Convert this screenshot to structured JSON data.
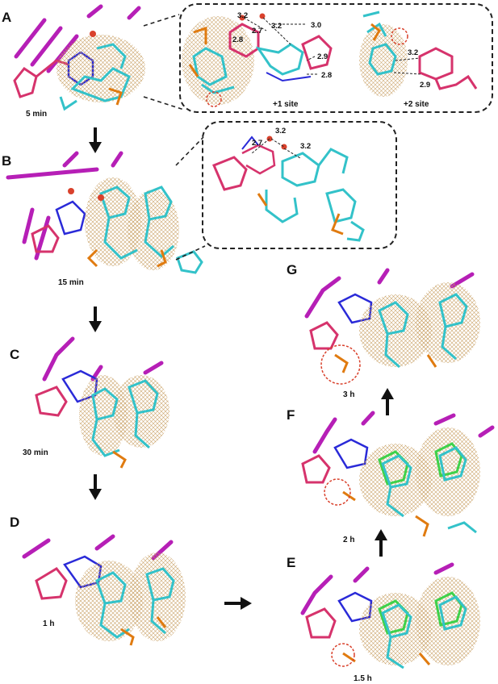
{
  "panels": {
    "A": {
      "label": "A",
      "time": "5 min"
    },
    "B": {
      "label": "B",
      "time": "15 min"
    },
    "C": {
      "label": "C",
      "time": "30 min"
    },
    "D": {
      "label": "D",
      "time": "1 h"
    },
    "E": {
      "label": "E",
      "time": "1.5 h"
    },
    "F": {
      "label": "F",
      "time": "2 h"
    },
    "G": {
      "label": "G",
      "time": "3 h"
    }
  },
  "callout_a": {
    "site1_label": "+1 site",
    "site2_label": "+2 site",
    "distances": [
      "3.2",
      "2.8",
      "2.7",
      "3.2",
      "3.0",
      "2.9",
      "2.8",
      "3.2",
      "2.9"
    ]
  },
  "callout_b": {
    "distances": [
      "3.2",
      "2.7",
      "3.2"
    ]
  },
  "colors": {
    "protein": "#b61fb6",
    "primer": "#d6336c",
    "incoming": "#33c2c9",
    "alt_conformer": "#3fd14a",
    "nitrogen": "#2a2ad8",
    "phosphorus": "#e07b10",
    "mesh": "#c49a5a",
    "water": "#d9412c"
  }
}
